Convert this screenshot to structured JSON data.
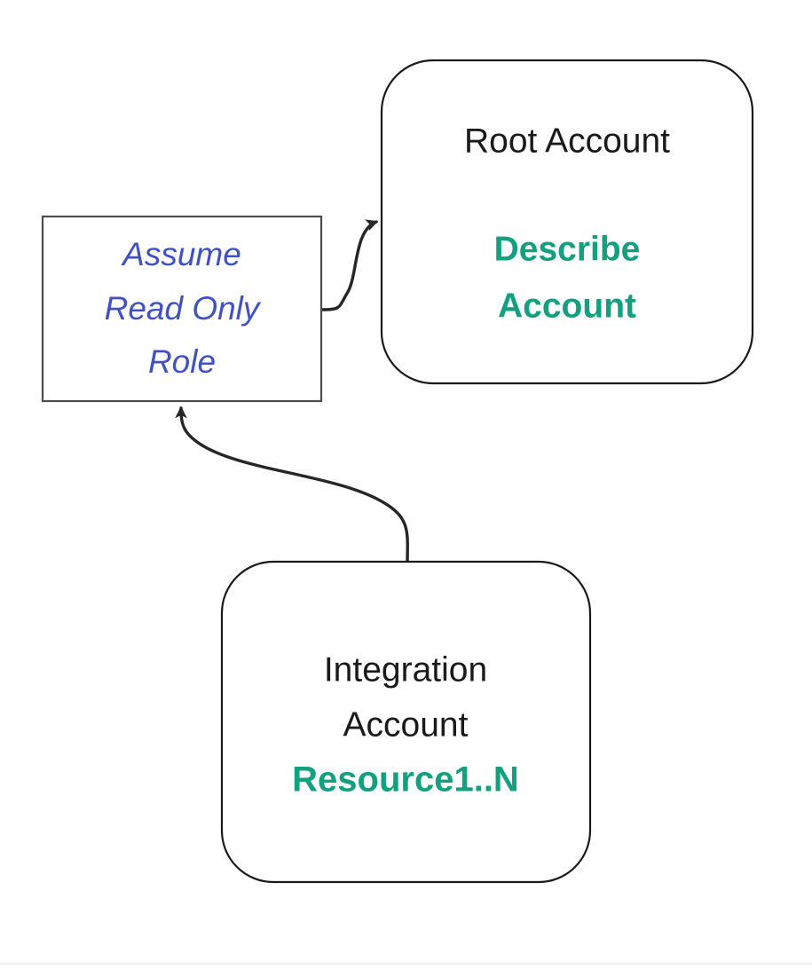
{
  "diagram": {
    "type": "flowchart",
    "title": "Cross-account read-only role assumption",
    "background_color": "#ffffff",
    "colors": {
      "node_stroke": "#1a1a1a",
      "rect_stroke": "#4d4d4d",
      "edge_stroke": "#262626",
      "accent_green": "#13a07f",
      "role_blue": "#3f51c4",
      "plain_text": "#1a1a1a"
    },
    "nodes": [
      {
        "id": "root-account",
        "shape": "rounded-rectangle",
        "lines": [
          {
            "text": "Root Account",
            "style": "plain"
          },
          {
            "text": "Describe",
            "style": "accent"
          },
          {
            "text": "Account",
            "style": "accent"
          }
        ]
      },
      {
        "id": "assume-role",
        "shape": "rectangle",
        "lines": [
          {
            "text": "Assume",
            "style": "role"
          },
          {
            "text": "Read Only",
            "style": "role"
          },
          {
            "text": "Role",
            "style": "role"
          }
        ]
      },
      {
        "id": "integration-account",
        "shape": "rounded-rectangle",
        "lines": [
          {
            "text": "Integration",
            "style": "plain"
          },
          {
            "text": "Account",
            "style": "plain"
          },
          {
            "text": "Resource1..N",
            "style": "accent"
          }
        ]
      }
    ],
    "edges": [
      {
        "id": "edge-assume-to-root",
        "from": "assume-role",
        "to": "root-account",
        "arrowhead": "end",
        "label": ""
      },
      {
        "id": "edge-integration-to-assume",
        "from": "integration-account",
        "to": "assume-role",
        "arrowhead": "end",
        "label": ""
      }
    ]
  },
  "nodes": {
    "root": {
      "title": "Root Account",
      "action_line1": "Describe",
      "action_line2": "Account"
    },
    "assume": {
      "line1": "Assume",
      "line2": "Read Only",
      "line3": "Role"
    },
    "integration": {
      "title_line1": "Integration",
      "title_line2": "Account",
      "resource": "Resource1..N"
    }
  }
}
